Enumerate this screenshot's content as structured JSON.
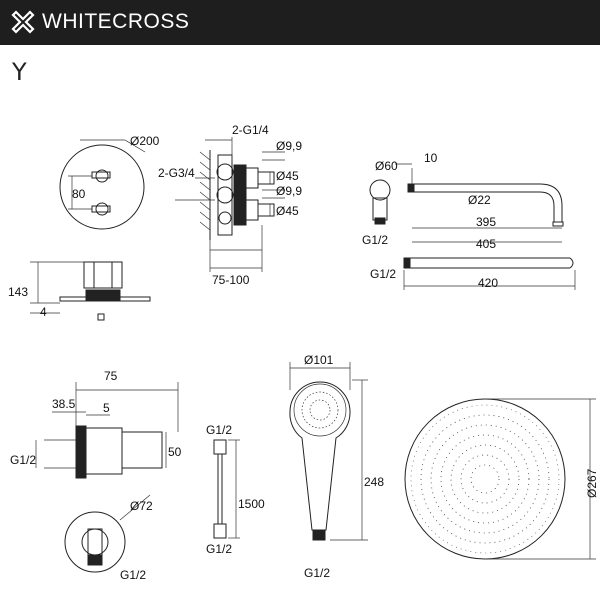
{
  "header": {
    "brand": "WHITECROSS",
    "logo_icon": "cross-logo-icon",
    "background": "#1e1e1e"
  },
  "variant": "Y",
  "mixer": {
    "diameter": "Ø200",
    "spacing": "80",
    "height": "143",
    "plate": "4"
  },
  "valve_body": {
    "top_outlet": "2-G1/4",
    "inlet": "2-G3/4",
    "d1": "Ø9,9",
    "d2": "Ø45",
    "d3": "Ø9,9",
    "d4": "Ø45",
    "depth": "75-100"
  },
  "shower_arm": {
    "flange": "Ø60",
    "offset": "10",
    "tube": "Ø22",
    "reach": "395",
    "length": "405",
    "thread": "G1/2",
    "thread2": "G1/2",
    "total": "420"
  },
  "wall_outlet": {
    "length": "75",
    "inner": "38.5",
    "gap": "5",
    "height": "50",
    "thread": "G1/2",
    "flange": "Ø72",
    "thread_bottom": "G1/2"
  },
  "hose": {
    "top_thread": "G1/2",
    "length": "1500",
    "bottom_thread": "G1/2"
  },
  "hand_shower": {
    "diameter": "Ø101",
    "length": "248",
    "thread": "G1/2"
  },
  "head_shower": {
    "diameter": "Ø267"
  }
}
